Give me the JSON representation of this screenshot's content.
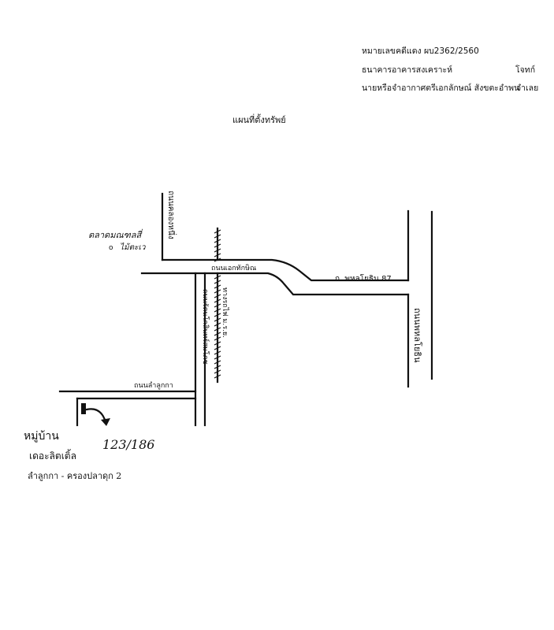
{
  "header": {
    "case_line": "หมายเลขคดีแดง ผบ2362/2560",
    "plaintiff_label": "ธนาคารอาคารสงเคราะห์",
    "plaintiff_role": "โจทก์",
    "defendant_label": "นายหรือจำอากาศตรีเอกลักษณ์ สังขตะอำพน",
    "defendant_role": "จำเลย"
  },
  "title": "แผนที่ตั้งทรัพย์",
  "map_labels": {
    "top_left_place": "ตลาดมณฑลสี่",
    "top_left_place_sub": "ไม้ตะเว",
    "vertical_road_left": "ถนนคลองหนึ่ง",
    "upper_road": "ถนนเอกทักษิณ",
    "right_road": "ถ. พหลโยธิน 87",
    "far_right_road": "ถนนพหลโยธิน",
    "rail_left": "ถนนรัตนโกสินทร์สมโภช",
    "rail_right": "ทางรถไฟ ม.ร.ย.",
    "lower_road": "ถนนลำลูกกา",
    "village_name": "หมู่บ้าน",
    "village_sub": "เดอะลิตเติ้ล",
    "village_sub2": "ลำลูกกา - ครองปลาดุก 2",
    "house_no": "123/186"
  },
  "colors": {
    "ink": "#111111",
    "paper": "#ffffff"
  }
}
